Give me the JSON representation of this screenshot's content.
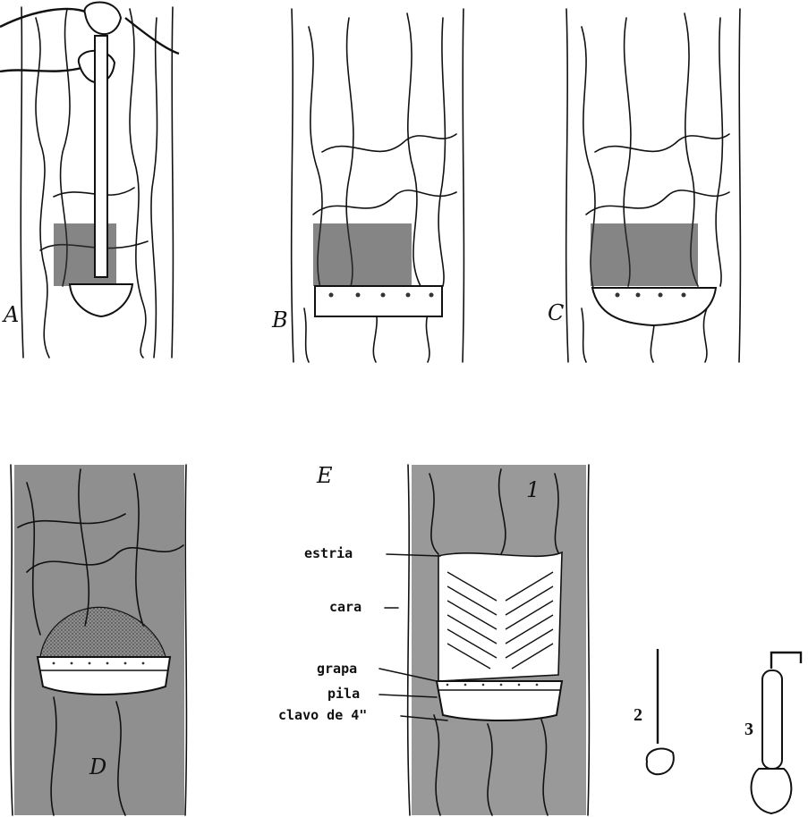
{
  "panels": {
    "a": {
      "letter": "A"
    },
    "b": {
      "letter": "B"
    },
    "c": {
      "letter": "C"
    },
    "d": {
      "letter": "D"
    },
    "e": {
      "letter": "E",
      "corner_mark": "1"
    }
  },
  "callouts": {
    "estria": "estria",
    "cara": "cara",
    "grapa": "grapa",
    "pila": "pila",
    "clavo": "clavo de 4\""
  },
  "tools": {
    "tool2": {
      "number": "2",
      "name": "nail-tool-icon"
    },
    "tool3": {
      "number": "3",
      "name": "latex-bulb-icon"
    }
  }
}
